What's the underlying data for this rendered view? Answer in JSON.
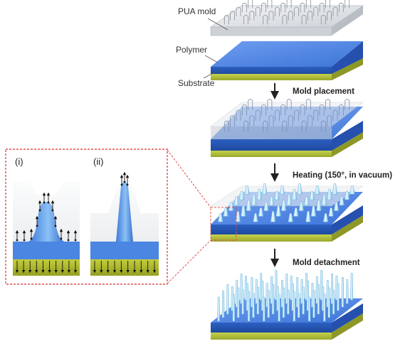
{
  "labels": {
    "pua_mold": "PUA mold",
    "polymer": "Polymer",
    "substrate": "Substrate"
  },
  "steps": [
    "Mold placement",
    "Heating (150°, in vacuum)",
    "Mold detachment"
  ],
  "inset": {
    "panel_i": "(i)",
    "panel_ii": "(ii)"
  },
  "colors": {
    "polymer_top": "#4f86e6",
    "polymer_side": "#2f63c4",
    "substrate": "#b8c63c",
    "mold": "#d9dde2",
    "pillar": "#8fd0ee",
    "inset_border": "#e05050"
  }
}
